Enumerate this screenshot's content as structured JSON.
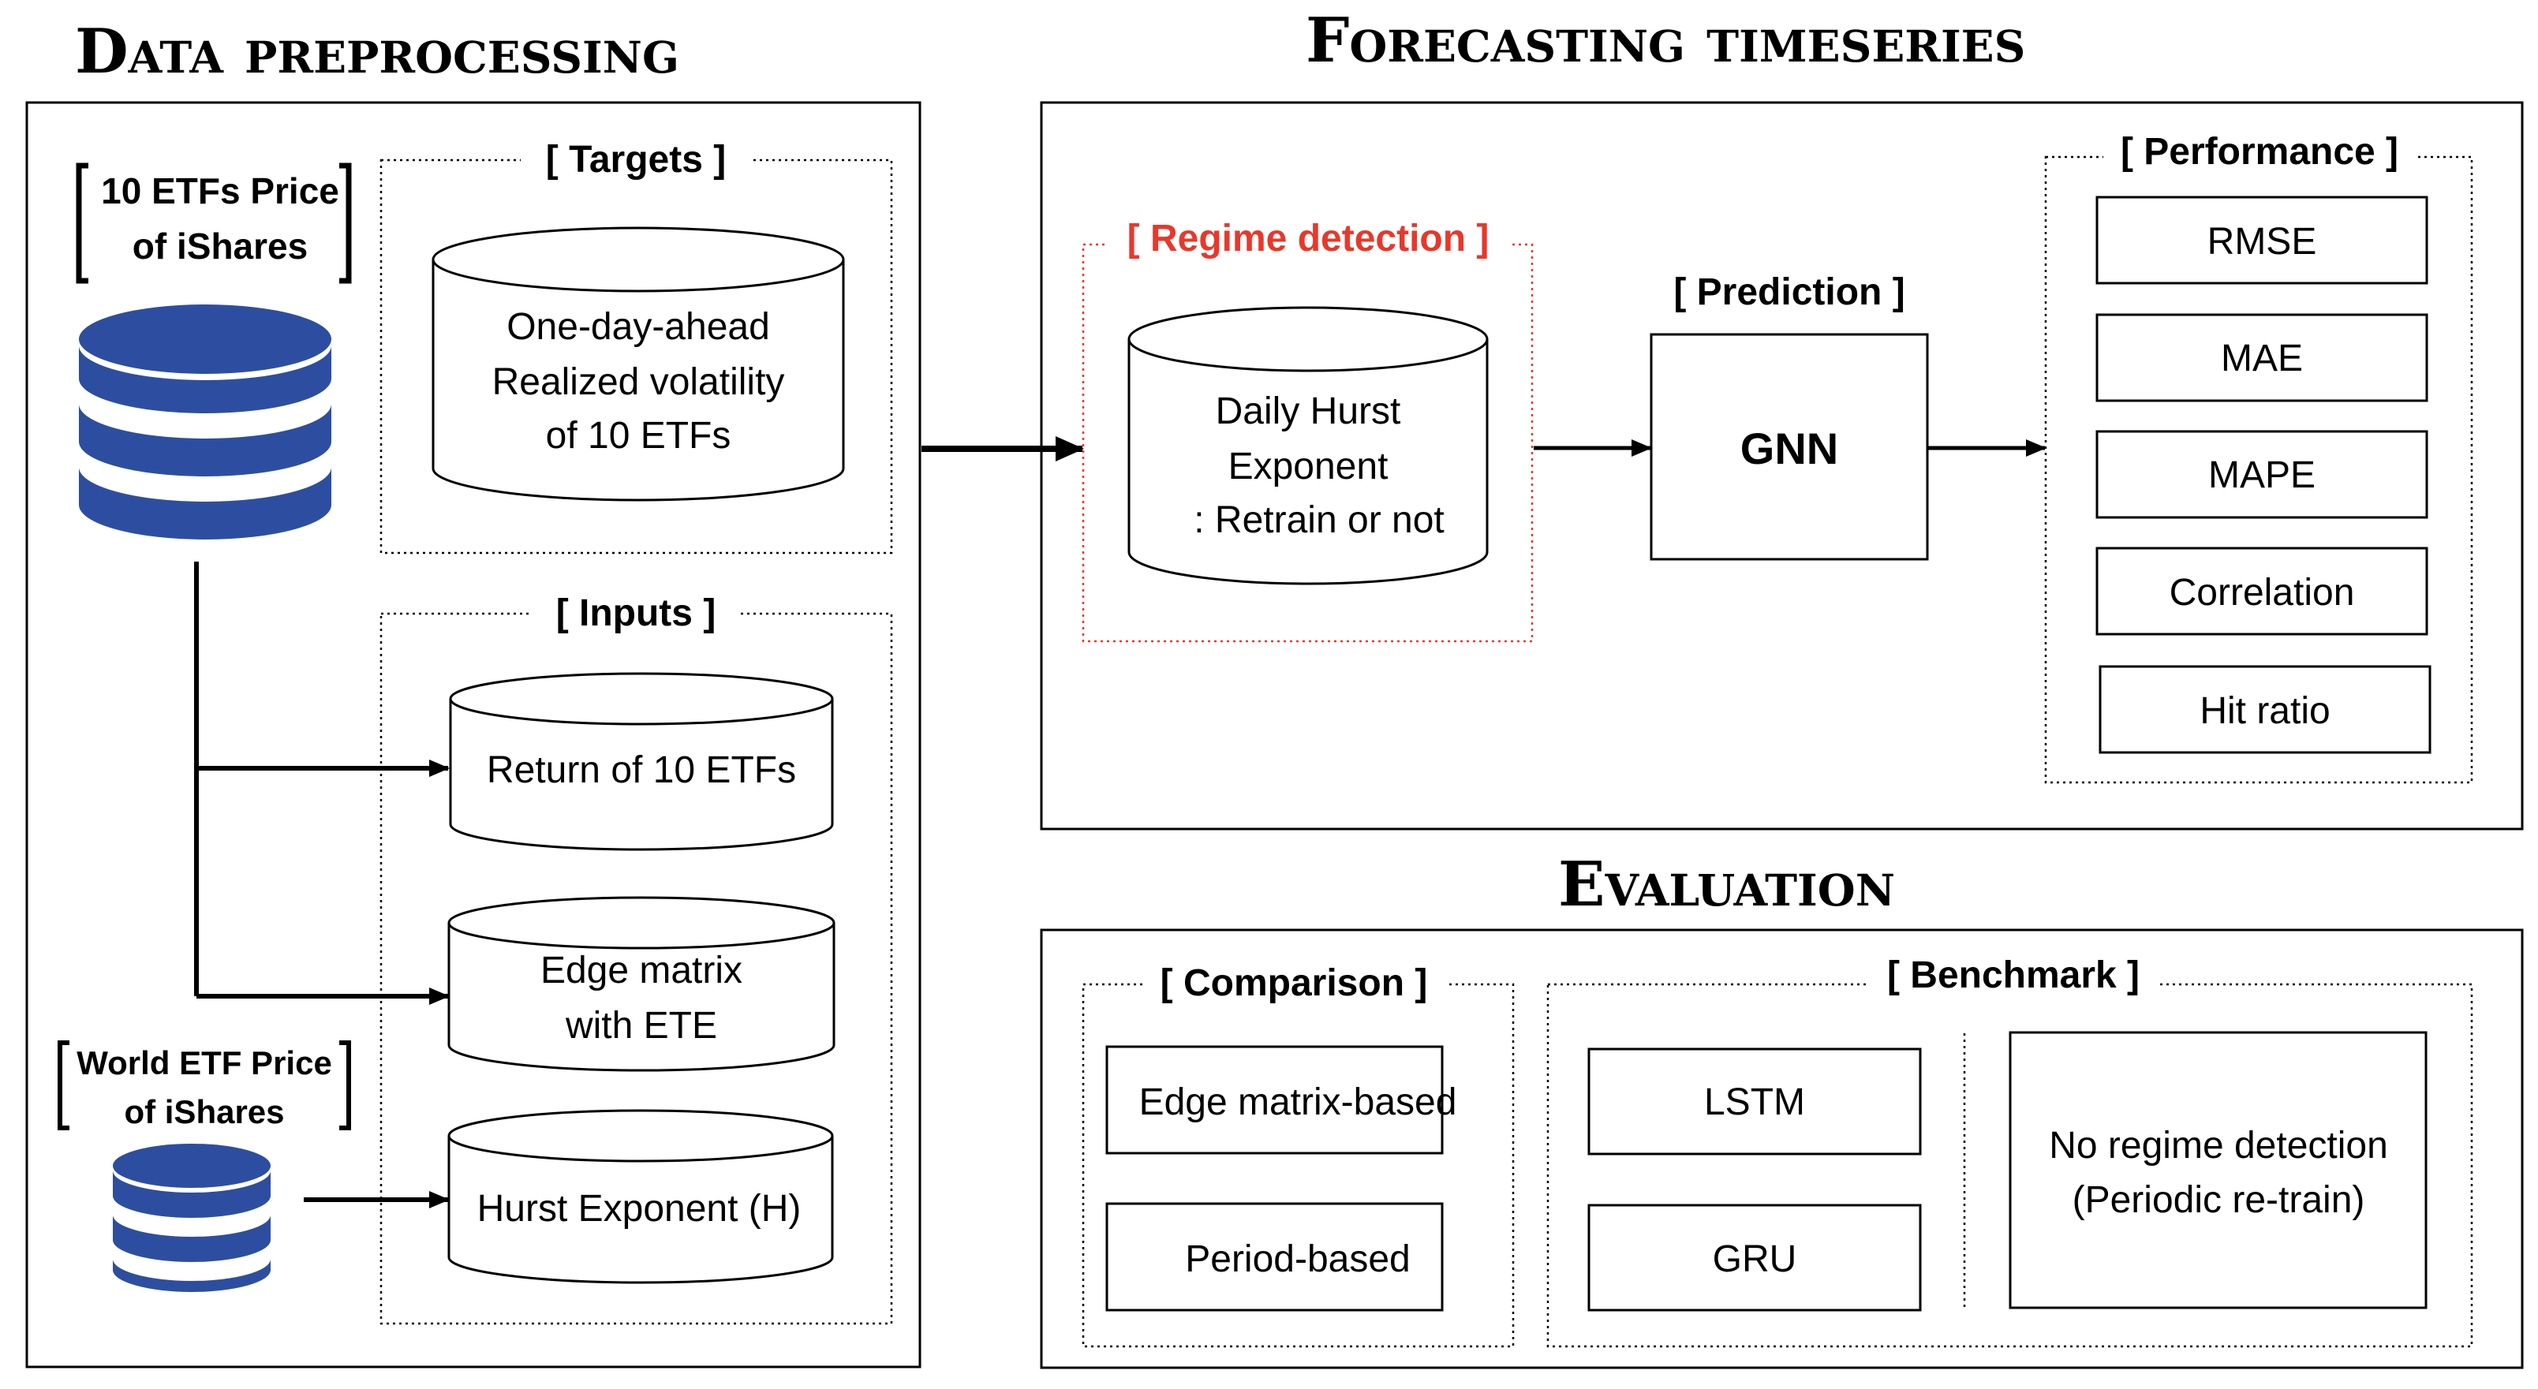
{
  "headings": {
    "preprocessing": "Data preprocessing",
    "forecasting": "Forecasting timeseries",
    "evaluation": "Evaluation"
  },
  "sources": {
    "etf10": [
      "10 ETFs Price",
      "of iShares"
    ],
    "world": [
      "World ETF Price",
      "of iShares"
    ]
  },
  "targets": {
    "title": "[ Targets ]",
    "cylinder": [
      "One-day-ahead",
      "Realized volatility",
      "of 10 ETFs"
    ]
  },
  "inputs": {
    "title": "[ Inputs ]",
    "return": "Return of 10 ETFs",
    "edge": [
      "Edge matrix",
      "with ETE"
    ],
    "hurst": "Hurst Exponent (H)"
  },
  "regime": {
    "title": "[ Regime detection ]",
    "cylinder": [
      "Daily Hurst",
      "Exponent",
      ": Retrain or not"
    ]
  },
  "prediction": {
    "title": "[ Prediction ]",
    "model": "GNN"
  },
  "performance": {
    "title": "[ Performance ]",
    "metrics": [
      "RMSE",
      "MAE",
      "MAPE",
      "Correlation",
      "Hit ratio"
    ]
  },
  "comparison": {
    "title": "[ Comparison ]",
    "items": [
      "Edge matrix-based",
      "Period-based"
    ]
  },
  "benchmark": {
    "title": "[ Benchmark ]",
    "models": [
      "LSTM",
      "GRU"
    ],
    "no_regime": [
      "No regime detection",
      "(Periodic re-train)"
    ]
  },
  "colors": {
    "regime_accent": "#e8382b",
    "database_icon": "#2d4ea0"
  }
}
